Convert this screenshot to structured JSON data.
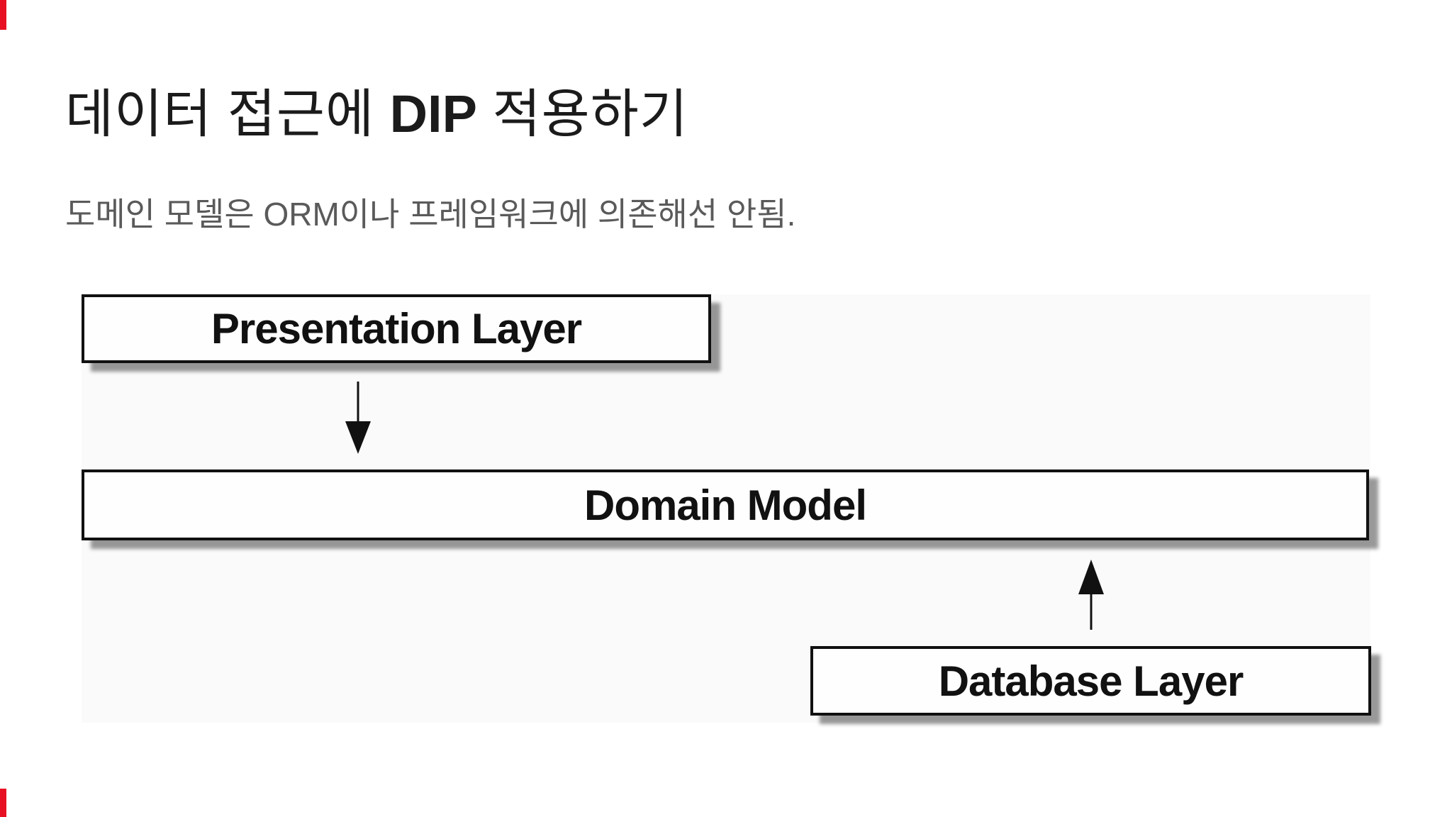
{
  "slide": {
    "title": {
      "prefix": "데이터 접근에 ",
      "acronym": "DIP",
      "suffix": " 적용하기"
    },
    "subtitle": "도메인 모델은 ORM이나 프레임워크에 의존해선 안됨."
  },
  "diagram": {
    "type": "layered-architecture",
    "boxes": [
      {
        "id": "presentation",
        "label": "Presentation Layer"
      },
      {
        "id": "domain",
        "label": "Domain Model"
      },
      {
        "id": "database",
        "label": "Database Layer"
      }
    ],
    "arrows": [
      {
        "from": "presentation",
        "to": "domain",
        "direction": "down"
      },
      {
        "from": "database",
        "to": "domain",
        "direction": "up"
      }
    ],
    "colors": {
      "box_background": "#fefefe",
      "box_border": "#111111",
      "box_shadow": "#999999",
      "panel_background": "#fafafa",
      "arrow": "#111111",
      "title_text": "#1b1b1b",
      "subtitle_text": "#5a5a5a",
      "edge_marker": "#e81123"
    }
  }
}
